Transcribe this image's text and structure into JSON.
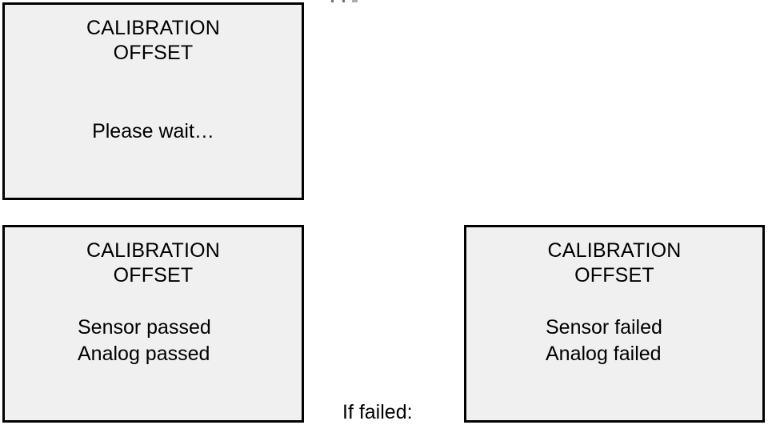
{
  "diagram": {
    "background_color": "#ffffff",
    "panel_fill_color": "#f0f0f0",
    "panel_border_color": "#000000",
    "text_color": "#000000",
    "connector_label": "If failed:",
    "panels": [
      {
        "id": "wait",
        "state": "in-progress",
        "title": "CALIBRATION\nOFFSET",
        "body": "Please wait…"
      },
      {
        "id": "passed",
        "state": "passed",
        "title": "CALIBRATION\nOFFSET",
        "body": "Sensor passed\nAnalog passed"
      },
      {
        "id": "failed",
        "state": "failed",
        "title": "CALIBRATION\nOFFSET",
        "body": "Sensor failed\nAnalog failed"
      }
    ]
  }
}
